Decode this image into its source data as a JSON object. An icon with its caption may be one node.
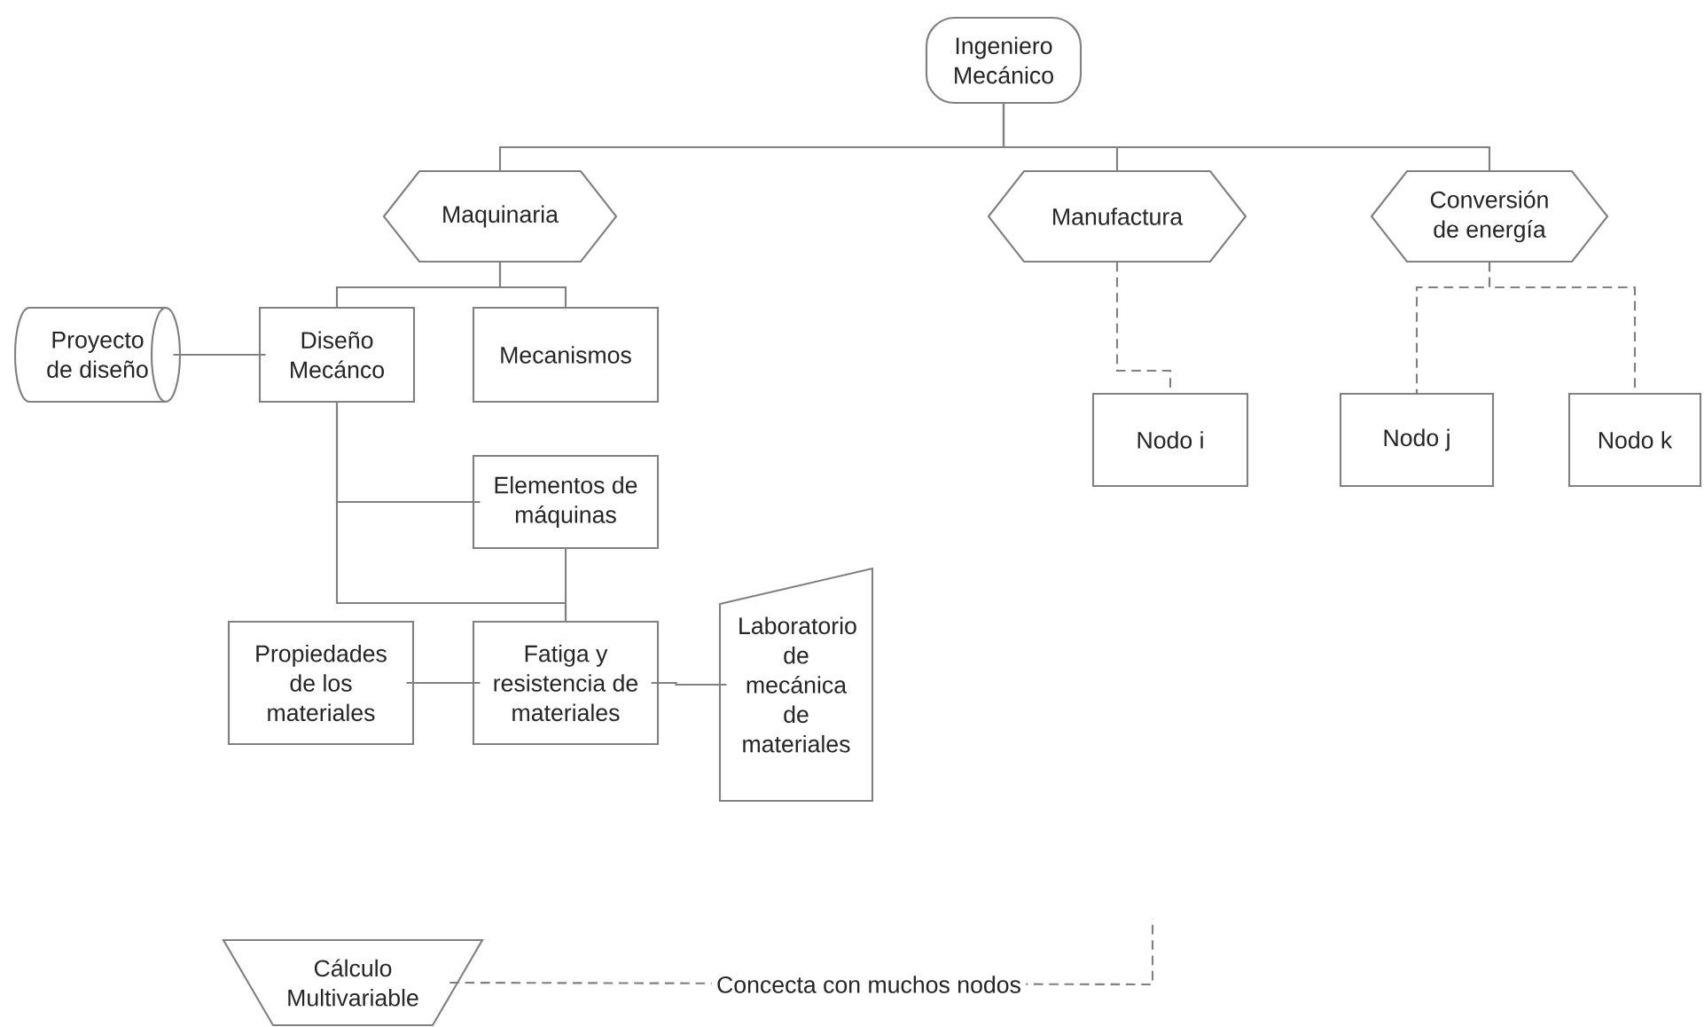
{
  "diagram": {
    "nodes": [
      {
        "text": [
          "Ingeniero Mecánico"
        ]
      },
      {
        "text": [
          "Maquinaria"
        ]
      },
      {
        "text": [
          "Manufactura"
        ]
      },
      {
        "text": [
          "Conversión de energía"
        ]
      },
      {
        "text": [
          "Proyecto de diseño"
        ]
      },
      {
        "text": [
          "Diseño Mecánco"
        ]
      },
      {
        "text": [
          "Mecanismos"
        ]
      },
      {
        "text": [
          "Elementos de máquinas"
        ]
      },
      {
        "text": [
          "Propiedades de los materiales"
        ]
      },
      {
        "text": [
          "Fatiga y resistencia de materiales"
        ]
      },
      {
        "text": [
          "Laboratorio de mecánica de materiales"
        ]
      },
      {
        "text": [
          "Nodo i"
        ]
      },
      {
        "text": [
          "Nodo j"
        ]
      },
      {
        "text": [
          "Nodo k"
        ]
      },
      {
        "text": [
          "Cálculo Multivariable"
        ]
      }
    ],
    "edges": [
      {
        "from": 0,
        "to": 1,
        "arrow": "none"
      },
      {
        "from": 0,
        "to": 2,
        "arrow": "none"
      },
      {
        "from": 0,
        "to": 3,
        "arrow": "none"
      },
      {
        "from": 1,
        "to": 5,
        "arrow": "none"
      },
      {
        "from": 1,
        "to": 6,
        "arrow": "none"
      },
      {
        "from": 4,
        "to": 5,
        "arrow": "none"
      },
      {
        "from": 5,
        "to": 7,
        "arrow": "none"
      },
      {
        "from": 5,
        "to": 9,
        "arrow": "none"
      },
      {
        "from": 7,
        "to": 9,
        "arrow": "none"
      },
      {
        "from": 8,
        "to": 9,
        "arrow": "none"
      },
      {
        "from": 9,
        "to": 10,
        "arrow": "none"
      },
      {
        "from": 2,
        "to": 11,
        "arrow": "none",
        "style": "dashed"
      },
      {
        "from": 3,
        "to": 12,
        "arrow": "none",
        "style": "dashed"
      },
      {
        "from": 3,
        "to": 13,
        "arrow": "none",
        "style": "dashed"
      },
      {
        "from": 14,
        "to": null,
        "arrow": "none",
        "style": "dashed",
        "label": "Concecta con muchos nodos"
      }
    ]
  }
}
